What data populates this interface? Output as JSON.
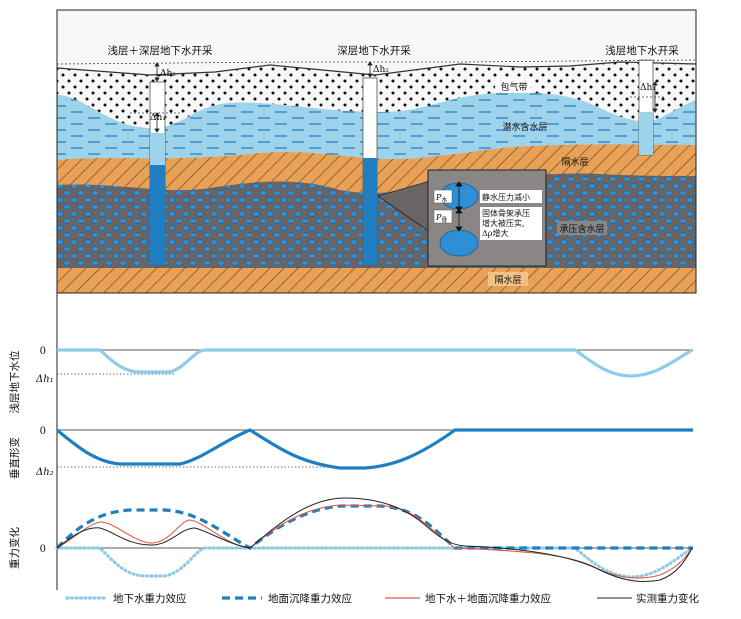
{
  "cross_section": {
    "well_labels": {
      "left": "浅层＋深层地下水开采",
      "middle": "深层地下水开采",
      "right": "浅层地下水开采"
    },
    "layers": {
      "aeration": "包气带",
      "phreatic": "潜水含水层",
      "aquitard_upper": "隔水层",
      "confined": "承压含水层",
      "aquitard_lower": "隔水层"
    },
    "inset": {
      "p_static_base": "P",
      "p_static_sub": "水",
      "p_static_desc": "静水压力减小",
      "p_skeleton_base": "P",
      "p_skeleton_sub": "骨",
      "p_skeleton_desc_1": "固体骨架承压",
      "p_skeleton_desc_2": "增大被压实,",
      "p_skeleton_desc_3": "Δρ增大"
    },
    "delta_h1": "Δh₁",
    "delta_h2": "Δh₂",
    "colors": {
      "aeration": "#f5f5f5",
      "phreatic": "#9ed3ec",
      "aquitard": "#e8a258",
      "confined": "#6b6464",
      "well_water": "#1f7fc2"
    }
  },
  "panels": {
    "shallow": {
      "ylabel": "浅层地下水位",
      "zero": "0",
      "level": "Δh₁",
      "color": "#8fcbe8"
    },
    "subsidence": {
      "ylabel": "垂直形变",
      "zero": "0",
      "level": "Δh₂",
      "color": "#1f7fc2"
    },
    "gravity": {
      "ylabel": "重力变化",
      "zero": "0"
    }
  },
  "legend": {
    "items": [
      {
        "label": "地下水重力效应",
        "color": "#8fcbe8",
        "style": "dotted"
      },
      {
        "label": "地面沉降重力效应",
        "color": "#1f7fc2",
        "style": "dashed"
      },
      {
        "label": "地下水＋地面沉降重力效应",
        "color": "#e05a4a",
        "style": "solid"
      },
      {
        "label": "实测重力变化",
        "color": "#222222",
        "style": "solid"
      }
    ]
  }
}
